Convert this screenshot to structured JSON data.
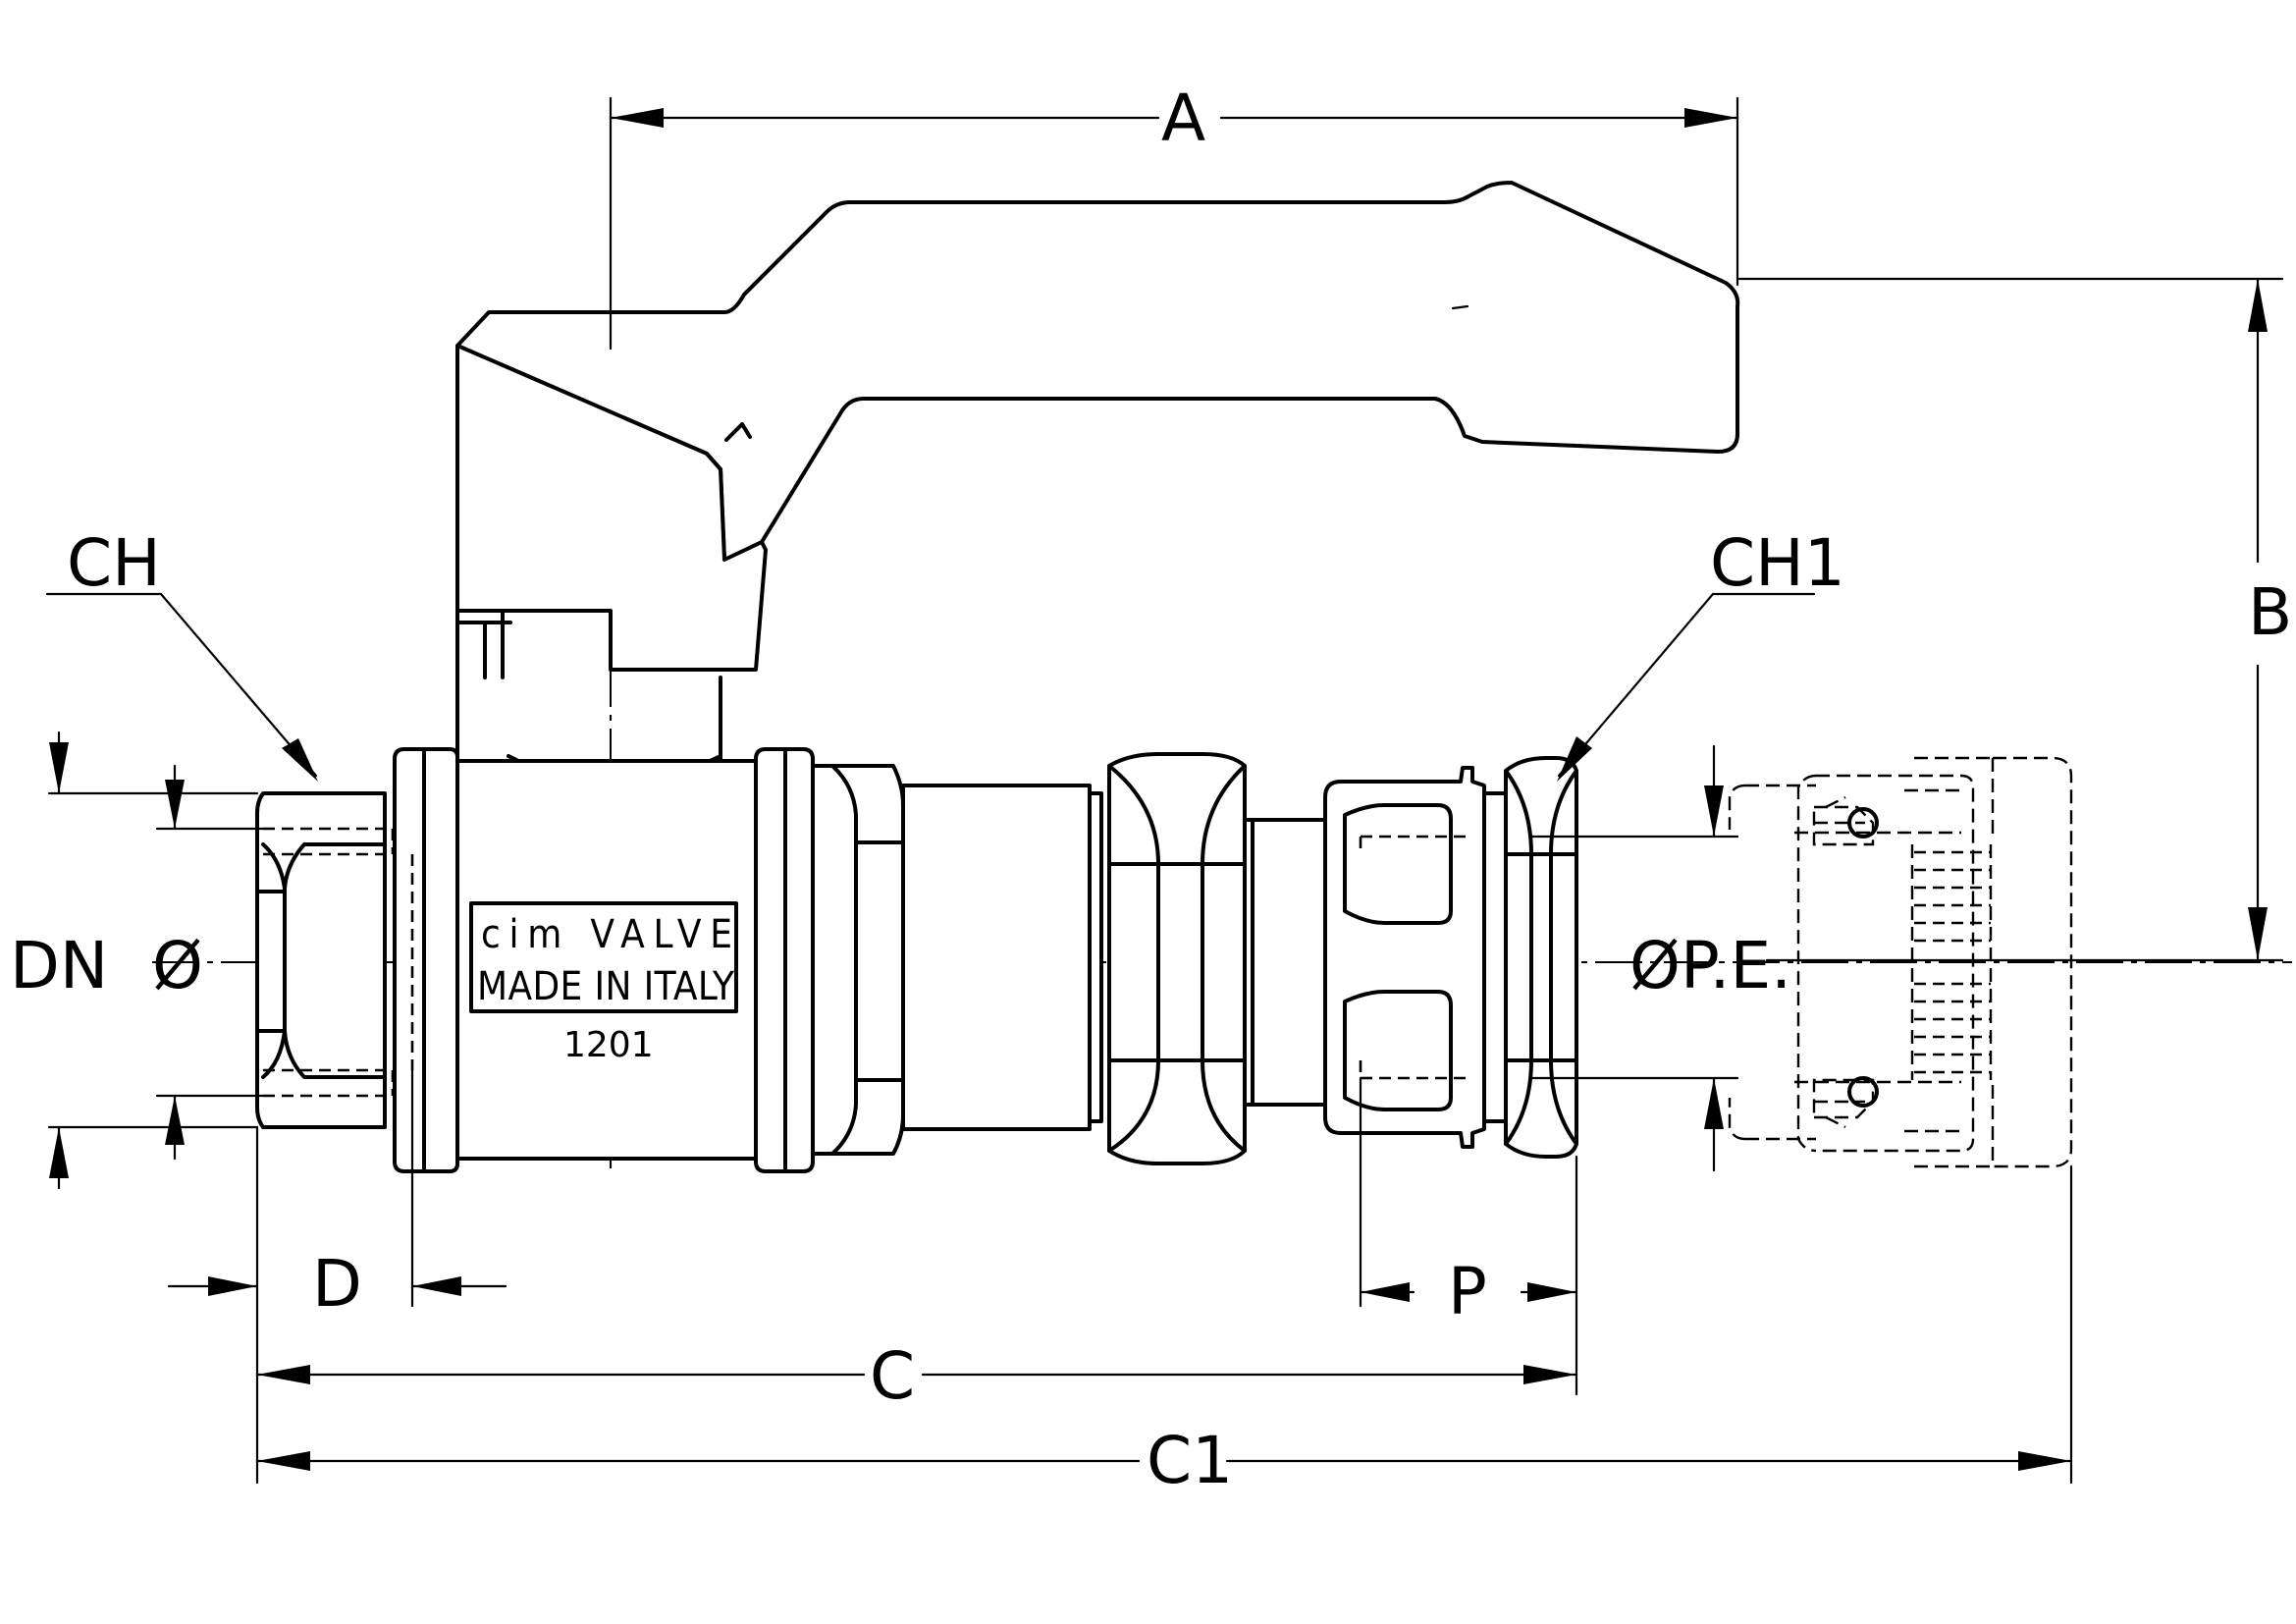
{
  "labels": {
    "A": "A",
    "B": "B",
    "C": "C",
    "C1": "C1",
    "D": "D",
    "P": "P",
    "CH": "CH",
    "CH1": "CH1",
    "DN": "DN",
    "diameter": "Ø",
    "pe_diameter": "ØP.E."
  },
  "body_marking": {
    "brand": "cim VALVE",
    "origin": "MADE IN ITALY",
    "code": "1201"
  }
}
